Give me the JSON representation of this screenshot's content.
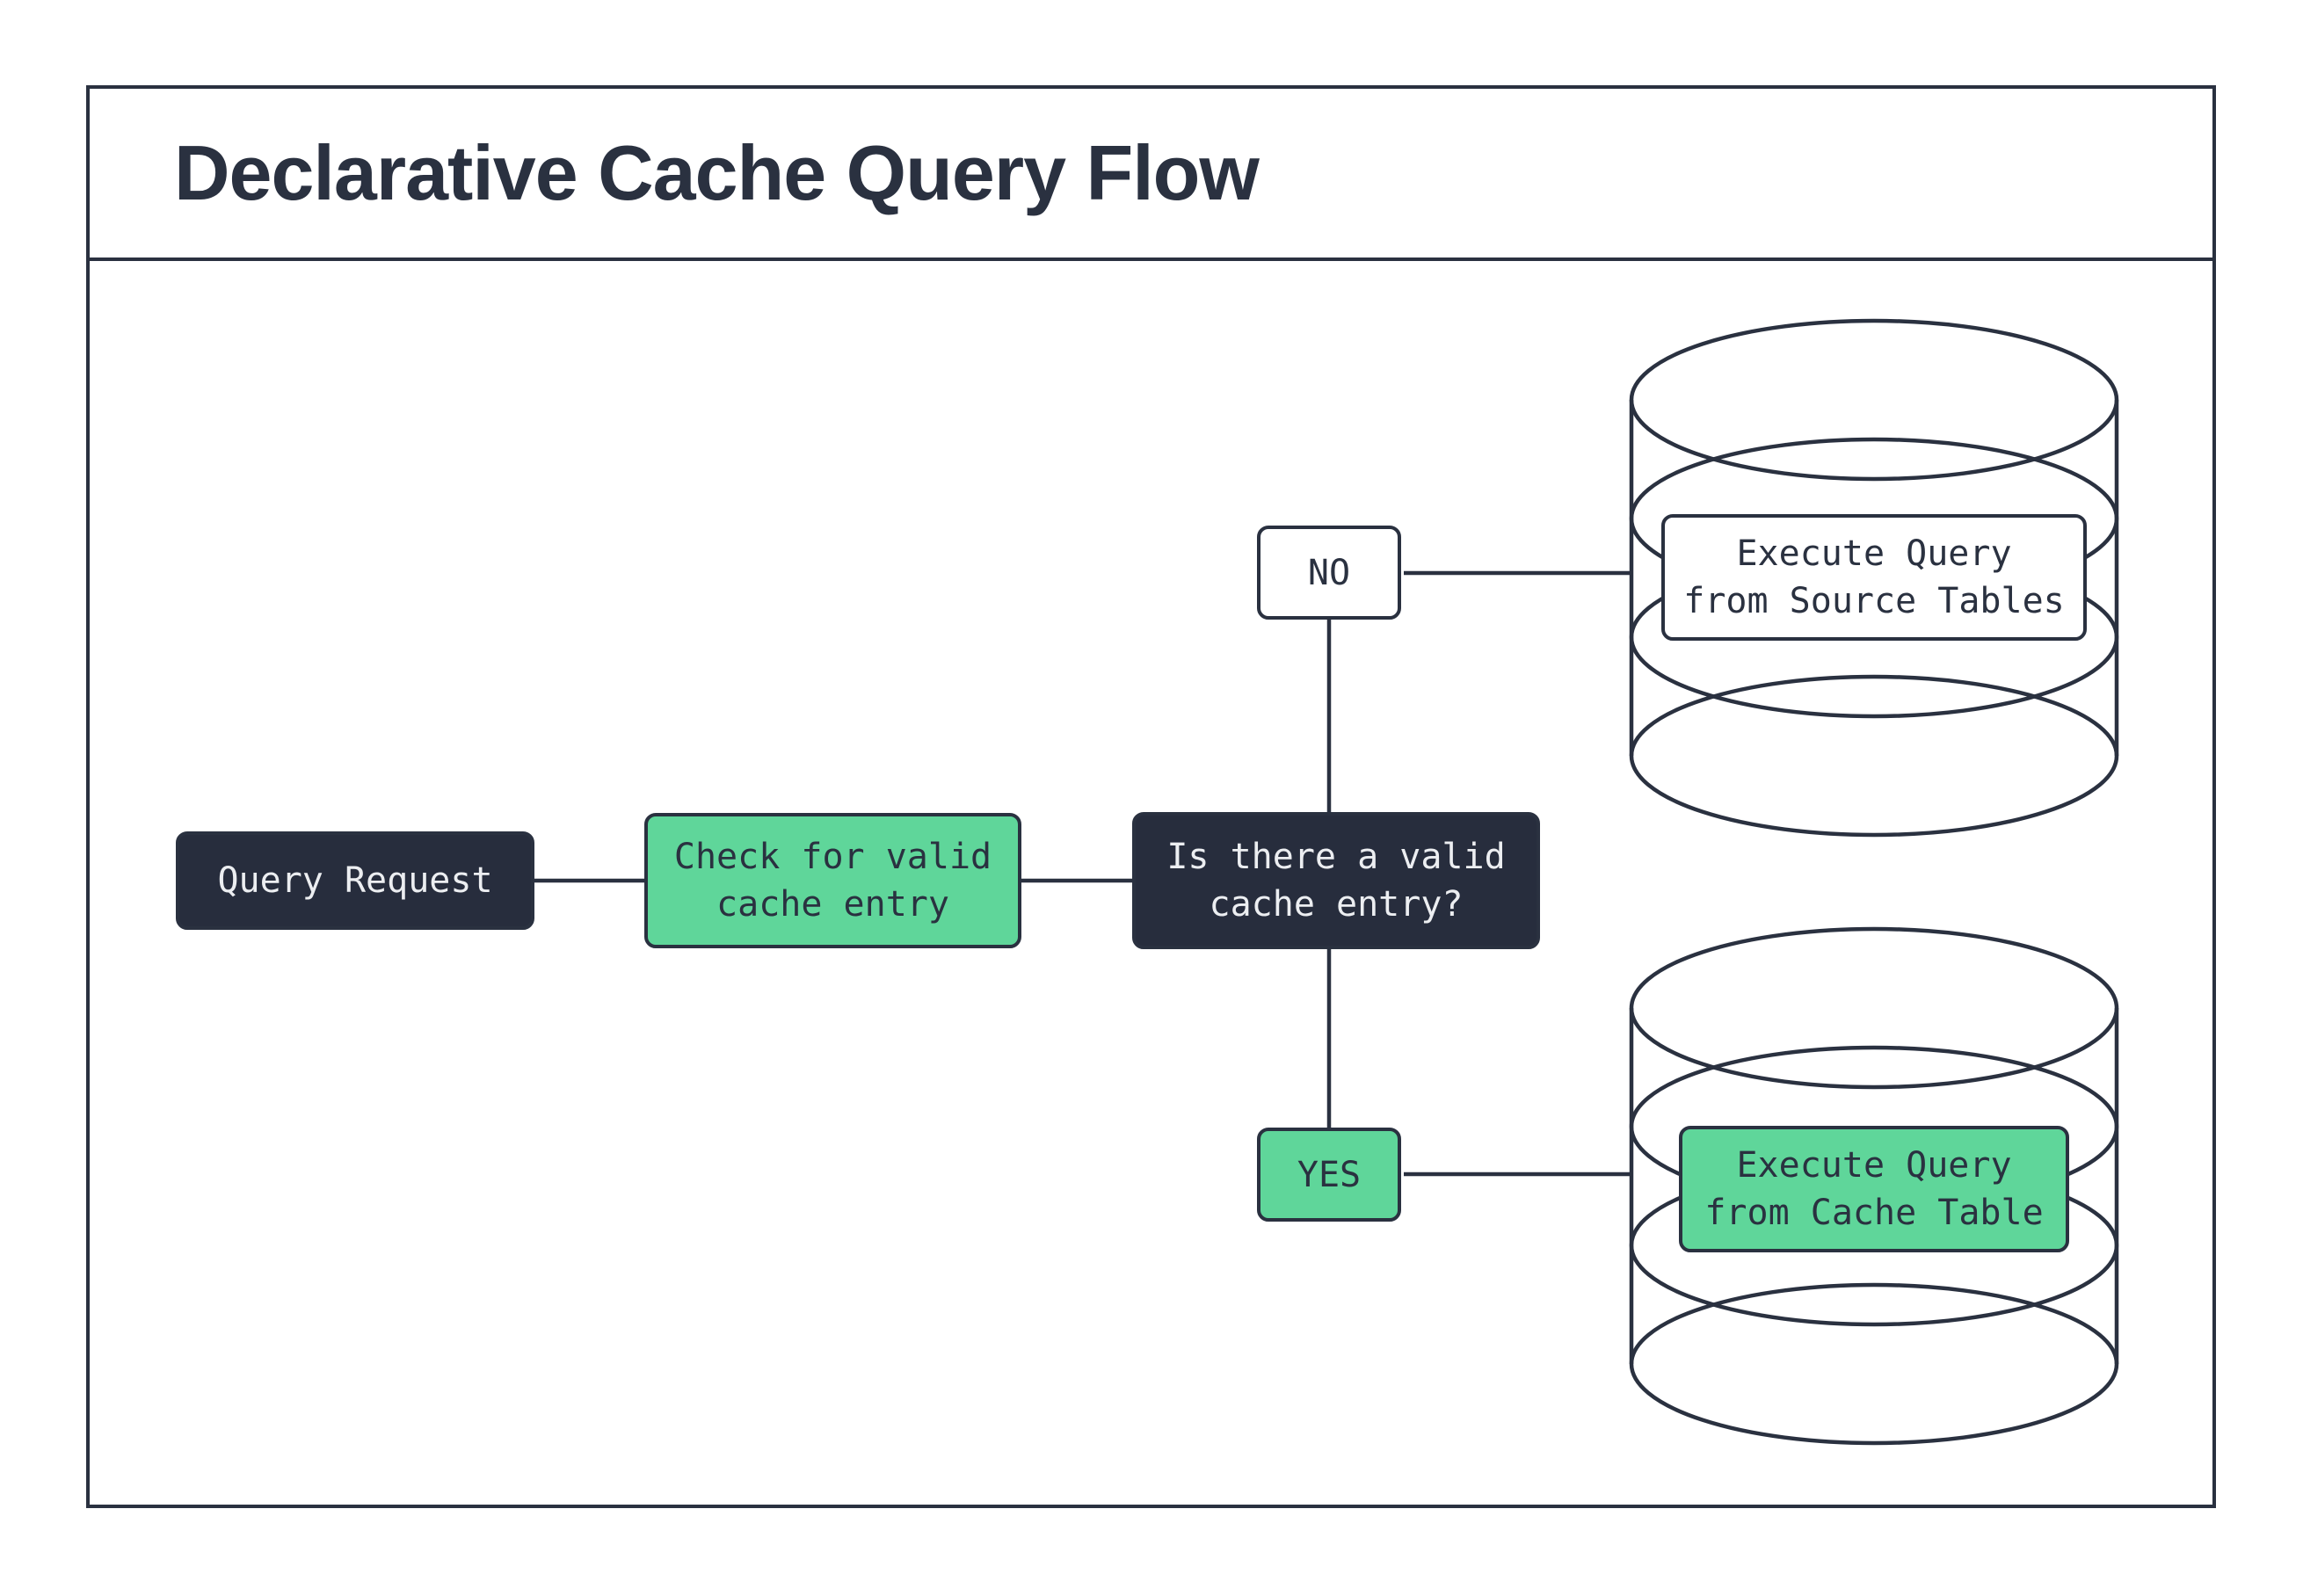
{
  "title": "Declarative Cache Query Flow",
  "nodes": {
    "query_request": "Query Request",
    "check_cache": "Check for valid\ncache entry",
    "decision": "Is there a valid\ncache entry?",
    "no": "NO",
    "yes": "YES",
    "source_db": "Execute Query\nfrom Source Tables",
    "cache_db": "Execute Query\nfrom Cache Table"
  },
  "colors": {
    "ink": "#2a3140",
    "dark_fill": "#272d3d",
    "green_fill": "#5fd69a",
    "light_text": "#eceef1",
    "white": "#ffffff"
  }
}
